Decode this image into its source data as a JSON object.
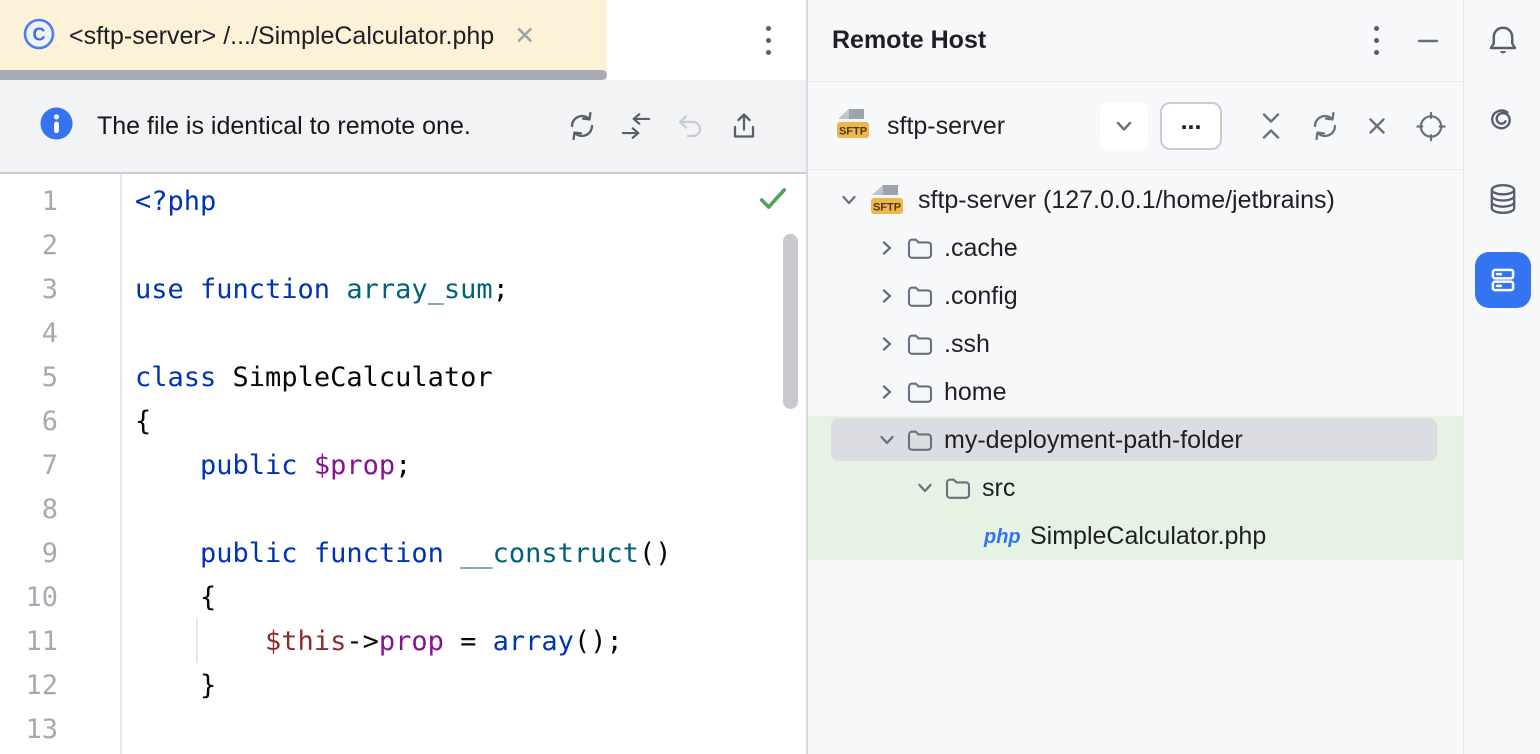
{
  "colors": {
    "accent_blue": "#3574F0",
    "tab_background": "#FBF2D8",
    "sync_highlight_green": "#E5F2E4",
    "selection_gray": "#DBDDE2",
    "keyword_blue": "#0033B3",
    "function_teal": "#00627A",
    "variable_purple": "#871094",
    "this_maroon": "#8B2B2B",
    "check_green": "#56A25A",
    "sftp_badge_amber": "#EDB64E"
  },
  "editor_tab": {
    "title": "<sftp-server> /.../SimpleCalculator.php",
    "close_icon": "close-x",
    "file_icon": "php-class-copyright-circle"
  },
  "banner": {
    "message": "The file is identical to remote one.",
    "icons": [
      "sync-refresh",
      "swap-arrows",
      "undo-disabled",
      "upload"
    ]
  },
  "editor": {
    "check_icon": "inspection-ok-check",
    "lines": [
      {
        "n": "1",
        "tokens": [
          [
            "<?php",
            "kw"
          ]
        ]
      },
      {
        "n": "2",
        "tokens": []
      },
      {
        "n": "3",
        "tokens": [
          [
            "use function ",
            "kw"
          ],
          [
            "array_sum",
            "fn"
          ],
          [
            ";",
            "pl"
          ]
        ]
      },
      {
        "n": "4",
        "tokens": []
      },
      {
        "n": "5",
        "tokens": [
          [
            "class ",
            "kw"
          ],
          [
            "SimpleCalculator",
            "pl"
          ]
        ]
      },
      {
        "n": "6",
        "tokens": [
          [
            "{",
            "pl"
          ]
        ]
      },
      {
        "n": "7",
        "tokens": [
          [
            "    ",
            "pl"
          ],
          [
            "public ",
            "kw"
          ],
          [
            "$prop",
            "var"
          ],
          [
            ";",
            "pl"
          ]
        ]
      },
      {
        "n": "8",
        "tokens": []
      },
      {
        "n": "9",
        "tokens": [
          [
            "    ",
            "pl"
          ],
          [
            "public function ",
            "kw"
          ],
          [
            "__construct",
            "fn"
          ],
          [
            "()",
            "pl"
          ]
        ]
      },
      {
        "n": "10",
        "tokens": [
          [
            "    {",
            "pl"
          ]
        ]
      },
      {
        "n": "11",
        "tokens": [
          [
            "        ",
            "pl"
          ],
          [
            "$this",
            "this"
          ],
          [
            "->",
            "pl"
          ],
          [
            "prop",
            "var"
          ],
          [
            " = ",
            "pl"
          ],
          [
            "array",
            "kw"
          ],
          [
            "();",
            "pl"
          ]
        ]
      },
      {
        "n": "12",
        "tokens": [
          [
            "    }",
            "pl"
          ]
        ]
      },
      {
        "n": "13",
        "tokens": []
      }
    ]
  },
  "remote_host": {
    "title": "Remote Host",
    "server_name": "sftp-server",
    "server_badge": "SFTP",
    "more_button": "...",
    "toolbar_icons": [
      "dropdown-chevron",
      "more-options",
      "collapse-all",
      "refresh",
      "close",
      "locate-opened-file"
    ],
    "tree": [
      {
        "label": "sftp-server (127.0.0.1/home/jetbrains)",
        "level": 0,
        "chevron": "down",
        "icon": "sftp",
        "selected": false,
        "synced": false
      },
      {
        "label": ".cache",
        "level": 1,
        "chevron": "right",
        "icon": "folder",
        "selected": false,
        "synced": false
      },
      {
        "label": ".config",
        "level": 1,
        "chevron": "right",
        "icon": "folder",
        "selected": false,
        "synced": false
      },
      {
        "label": ".ssh",
        "level": 1,
        "chevron": "right",
        "icon": "folder",
        "selected": false,
        "synced": false
      },
      {
        "label": "home",
        "level": 1,
        "chevron": "right",
        "icon": "folder",
        "selected": false,
        "synced": false
      },
      {
        "label": "my-deployment-path-folder",
        "level": 1,
        "chevron": "down",
        "icon": "folder",
        "selected": true,
        "synced": true
      },
      {
        "label": "src",
        "level": 2,
        "chevron": "down",
        "icon": "folder",
        "selected": false,
        "synced": true
      },
      {
        "label": "SimpleCalculator.php",
        "level": 3,
        "chevron": null,
        "icon": "php",
        "selected": false,
        "synced": true
      }
    ]
  },
  "stripe": {
    "icons": [
      "notifications-bell",
      "spiral",
      "database",
      "remote-host-selected"
    ]
  }
}
